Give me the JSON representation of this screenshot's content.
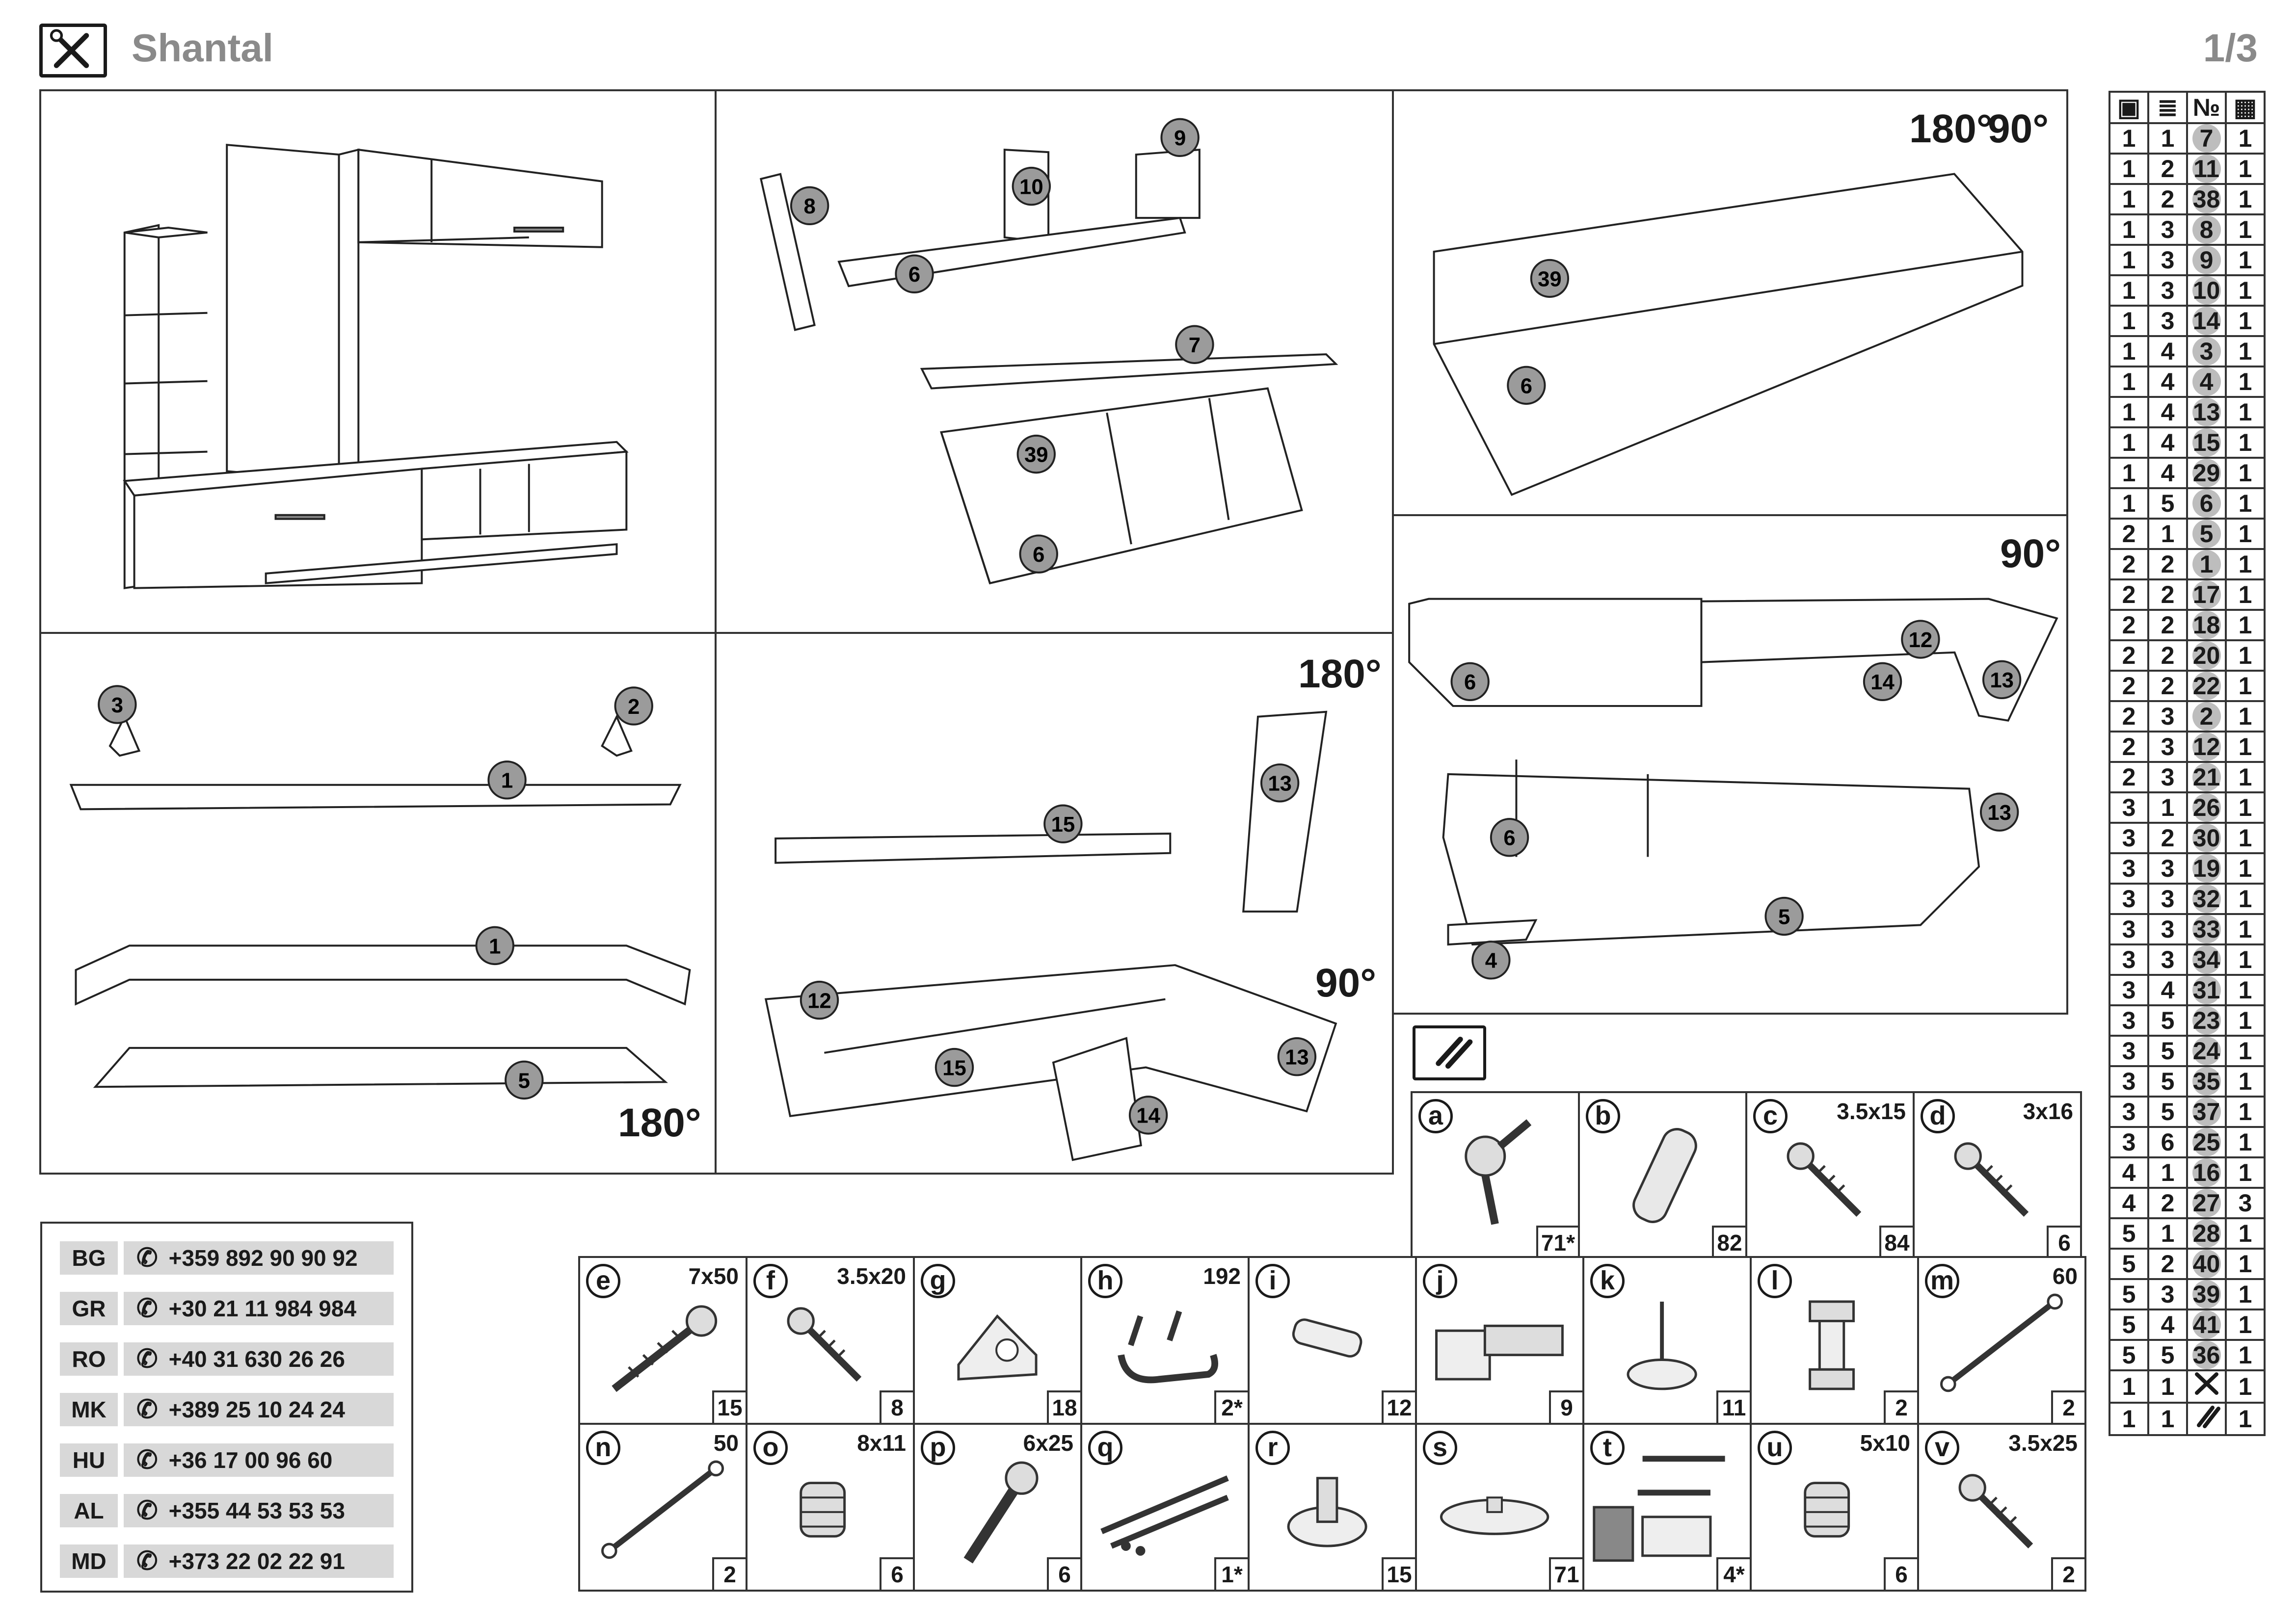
{
  "header": {
    "title": "Shantal",
    "page": "1/3"
  },
  "rotations": {
    "r1": "180°",
    "r2": "90°",
    "r3": "180°",
    "r4": "90°",
    "r5": "90°",
    "r6": "180°"
  },
  "steps": {
    "s2": {
      "labels": [
        "8",
        "10",
        "9",
        "6",
        "7",
        "39",
        "6"
      ]
    },
    "s3": {
      "labels": [
        "39",
        "6"
      ]
    },
    "s4": {
      "labels": [
        "3",
        "2",
        "1",
        "1",
        "5"
      ]
    },
    "s5": {
      "labels": [
        "15",
        "13",
        "12",
        "15",
        "14",
        "13"
      ]
    },
    "s6": {
      "labels": [
        "6",
        "12",
        "14",
        "13",
        "6",
        "13",
        "5",
        "4"
      ]
    }
  },
  "parts_table": {
    "headers": [
      "box-icon",
      "layer-icon",
      "№",
      "grid-icon"
    ],
    "rows": [
      [
        "1",
        "1",
        "7",
        "1"
      ],
      [
        "1",
        "2",
        "11",
        "1"
      ],
      [
        "1",
        "2",
        "38",
        "1"
      ],
      [
        "1",
        "3",
        "8",
        "1"
      ],
      [
        "1",
        "3",
        "9",
        "1"
      ],
      [
        "1",
        "3",
        "10",
        "1"
      ],
      [
        "1",
        "3",
        "14",
        "1"
      ],
      [
        "1",
        "4",
        "3",
        "1"
      ],
      [
        "1",
        "4",
        "4",
        "1"
      ],
      [
        "1",
        "4",
        "13",
        "1"
      ],
      [
        "1",
        "4",
        "15",
        "1"
      ],
      [
        "1",
        "4",
        "29",
        "1"
      ],
      [
        "1",
        "5",
        "6",
        "1"
      ],
      [
        "2",
        "1",
        "5",
        "1"
      ],
      [
        "2",
        "2",
        "1",
        "1"
      ],
      [
        "2",
        "2",
        "17",
        "1"
      ],
      [
        "2",
        "2",
        "18",
        "1"
      ],
      [
        "2",
        "2",
        "20",
        "1"
      ],
      [
        "2",
        "2",
        "22",
        "1"
      ],
      [
        "2",
        "3",
        "2",
        "1"
      ],
      [
        "2",
        "3",
        "12",
        "1"
      ],
      [
        "2",
        "3",
        "21",
        "1"
      ],
      [
        "3",
        "1",
        "26",
        "1"
      ],
      [
        "3",
        "2",
        "30",
        "1"
      ],
      [
        "3",
        "3",
        "19",
        "1"
      ],
      [
        "3",
        "3",
        "32",
        "1"
      ],
      [
        "3",
        "3",
        "33",
        "1"
      ],
      [
        "3",
        "3",
        "34",
        "1"
      ],
      [
        "3",
        "4",
        "31",
        "1"
      ],
      [
        "3",
        "5",
        "23",
        "1"
      ],
      [
        "3",
        "5",
        "24",
        "1"
      ],
      [
        "3",
        "5",
        "35",
        "1"
      ],
      [
        "3",
        "5",
        "37",
        "1"
      ],
      [
        "3",
        "6",
        "25",
        "1"
      ],
      [
        "4",
        "1",
        "16",
        "1"
      ],
      [
        "4",
        "2",
        "27",
        "3"
      ],
      [
        "5",
        "1",
        "28",
        "1"
      ],
      [
        "5",
        "2",
        "40",
        "1"
      ],
      [
        "5",
        "3",
        "39",
        "1"
      ],
      [
        "5",
        "4",
        "41",
        "1"
      ],
      [
        "5",
        "5",
        "36",
        "1"
      ]
    ],
    "tool_rows": [
      [
        "1",
        "1",
        "tools-icon",
        "1"
      ],
      [
        "1",
        "1",
        "hardware-icon",
        "1"
      ]
    ]
  },
  "contacts": [
    {
      "code": "BG",
      "phone": "+359 892 90 90 92"
    },
    {
      "code": "GR",
      "phone": "+30 21 11 984 984"
    },
    {
      "code": "RO",
      "phone": "+40 31 630 26 26"
    },
    {
      "code": "MK",
      "phone": "+389 25 10 24 24"
    },
    {
      "code": "HU",
      "phone": "+36 17 00 96 60"
    },
    {
      "code": "AL",
      "phone": "+355 44 53 53 53"
    },
    {
      "code": "MD",
      "phone": "+373 22 02 22 91"
    }
  ],
  "hardware": [
    {
      "letter": "a",
      "size": "",
      "qty": "71*",
      "icon": "cam-lock-icon"
    },
    {
      "letter": "b",
      "size": "",
      "qty": "82",
      "icon": "wood-dowel-icon"
    },
    {
      "letter": "c",
      "size": "3.5x15",
      "qty": "84",
      "icon": "screw-icon"
    },
    {
      "letter": "d",
      "size": "3x16",
      "qty": "6",
      "icon": "screw-icon"
    },
    {
      "letter": "e",
      "size": "7x50",
      "qty": "15",
      "icon": "long-screw-icon"
    },
    {
      "letter": "f",
      "size": "3.5x20",
      "qty": "8",
      "icon": "screw-icon"
    },
    {
      "letter": "g",
      "size": "",
      "qty": "18",
      "icon": "corner-bracket-icon"
    },
    {
      "letter": "h",
      "size": "192",
      "qty": "2*",
      "icon": "handle-icon"
    },
    {
      "letter": "i",
      "size": "",
      "qty": "12",
      "icon": "shelf-pin-icon"
    },
    {
      "letter": "j",
      "size": "",
      "qty": "9",
      "icon": "hinge-icon"
    },
    {
      "letter": "k",
      "size": "",
      "qty": "11",
      "icon": "glide-nail-icon"
    },
    {
      "letter": "l",
      "size": "",
      "qty": "2",
      "icon": "leg-icon"
    },
    {
      "letter": "m",
      "size": "60",
      "qty": "2",
      "icon": "gas-strut-icon"
    },
    {
      "letter": "n",
      "size": "50",
      "qty": "2",
      "icon": "gas-strut-icon"
    },
    {
      "letter": "o",
      "size": "8x11",
      "qty": "6",
      "icon": "insert-nut-icon"
    },
    {
      "letter": "p",
      "size": "6x25",
      "qty": "6",
      "icon": "bolt-icon"
    },
    {
      "letter": "q",
      "size": "",
      "qty": "1*",
      "icon": "drawer-slide-icon"
    },
    {
      "letter": "r",
      "size": "",
      "qty": "15",
      "icon": "support-pin-icon"
    },
    {
      "letter": "s",
      "size": "",
      "qty": "71",
      "icon": "cap-icon"
    },
    {
      "letter": "t",
      "size": "",
      "qty": "4*",
      "icon": "wall-hanger-icon"
    },
    {
      "letter": "u",
      "size": "5x10",
      "qty": "6",
      "icon": "insert-nut-icon"
    },
    {
      "letter": "v",
      "size": "3.5x25",
      "qty": "2",
      "icon": "screw-icon"
    }
  ]
}
